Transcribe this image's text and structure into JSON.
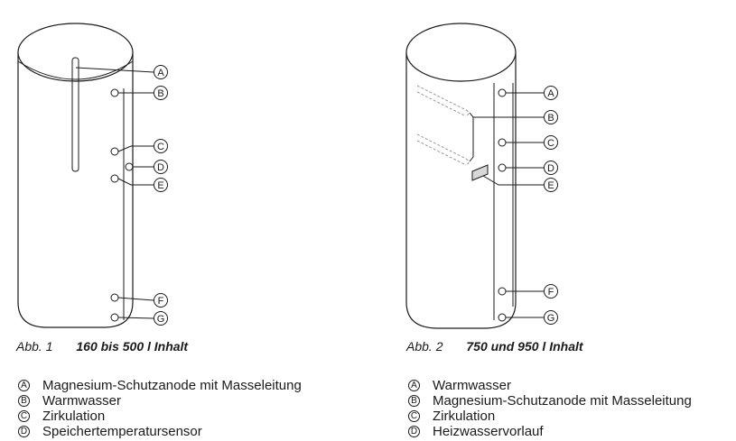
{
  "figure1": {
    "abb": "Abb. 1",
    "title": "160 bis 500 l Inhalt",
    "labels": [
      "A",
      "B",
      "C",
      "D",
      "E",
      "F",
      "G"
    ]
  },
  "figure2": {
    "abb": "Abb. 2",
    "title": "750 und 950 l Inhalt",
    "labels": [
      "A",
      "B",
      "C",
      "D",
      "E",
      "F",
      "G"
    ]
  },
  "legend1": [
    {
      "letter": "A",
      "text": "Magnesium-Schutzanode mit Masseleitung"
    },
    {
      "letter": "B",
      "text": "Warmwasser"
    },
    {
      "letter": "C",
      "text": "Zirkulation"
    },
    {
      "letter": "D",
      "text": "Speichertemperatursensor"
    }
  ],
  "legend2": [
    {
      "letter": "A",
      "text": "Warmwasser"
    },
    {
      "letter": "B",
      "text": "Magnesium-Schutzanode mit Masseleitung"
    },
    {
      "letter": "C",
      "text": "Zirkulation"
    },
    {
      "letter": "D",
      "text": "Heizwasservorlauf"
    }
  ]
}
